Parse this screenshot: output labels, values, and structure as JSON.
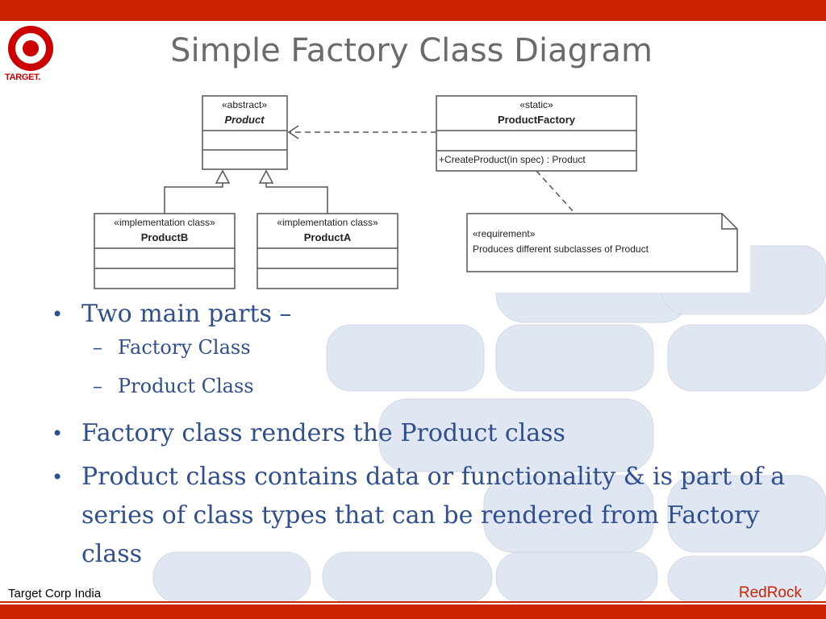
{
  "slide": {
    "title": "Simple Factory Class Diagram",
    "logo_text": "TARGET.",
    "footer_left": "Target Corp India",
    "footer_right": "RedRock",
    "accent_color": "#cc2200"
  },
  "diagram": {
    "product": {
      "stereotype": "«abstract»",
      "name": "Product"
    },
    "factory": {
      "stereotype": "«static»",
      "name": "ProductFactory",
      "operation": "+CreateProduct(in spec) : Product"
    },
    "productB": {
      "stereotype": "«implementation class»",
      "name": "ProductB"
    },
    "productA": {
      "stereotype": "«implementation class»",
      "name": "ProductA"
    },
    "note": {
      "stereotype": "«requirement»",
      "text": "Produces different subclasses of Product"
    }
  },
  "bullets": {
    "b1": "Two main parts –",
    "b1_sub1": "Factory Class",
    "b1_sub2": "Product Class",
    "b2": "Factory class renders the Product class",
    "b3": "Product class contains data or functionality & is part of a series of class types that can be rendered from Factory class",
    "dot": "•",
    "dash": "–"
  }
}
